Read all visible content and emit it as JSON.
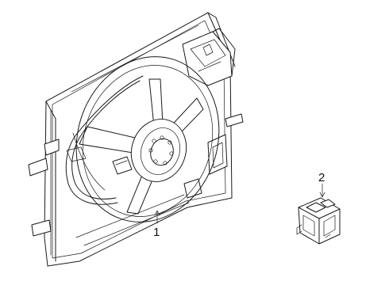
{
  "diagram": {
    "callouts": [
      {
        "label": "1",
        "part": "fan-assembly"
      },
      {
        "label": "2",
        "part": "resistor-module"
      }
    ],
    "colors": {
      "line": "#1a1a1a",
      "background": "#ffffff"
    }
  }
}
